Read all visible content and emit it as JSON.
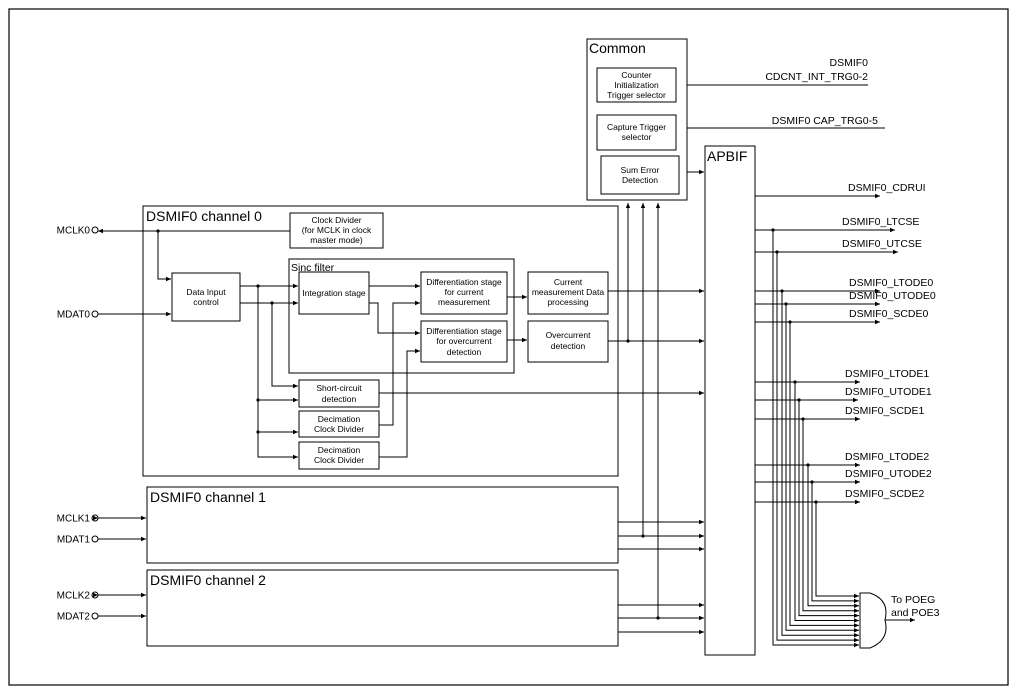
{
  "common": {
    "title": "Common",
    "counter_init": [
      "Counter",
      "Initialization",
      "Trigger selector"
    ],
    "capture_trigger": [
      "Capture Trigger",
      "selector"
    ],
    "sum_error": [
      "Sum Error",
      "Detection"
    ],
    "input_cdcnt": [
      "DSMIF0",
      "CDCNT_INT_TRG0-2"
    ],
    "input_cap": "DSMIF0 CAP_TRG0-5"
  },
  "apbif": {
    "title": "APBIF"
  },
  "outputs": [
    "DSMIF0_CDRUI",
    "DSMIF0_LTCSE",
    "DSMIF0_UTCSE",
    "DSMIF0_LTODE0",
    "DSMIF0_UTODE0",
    "DSMIF0_SCDE0",
    "DSMIF0_LTODE1",
    "DSMIF0_UTODE1",
    "DSMIF0_SCDE1",
    "DSMIF0_LTODE2",
    "DSMIF0_UTODE2",
    "DSMIF0_SCDE2"
  ],
  "or_gate_output": [
    "To POEG",
    "and POE3"
  ],
  "channel0": {
    "title": "DSMIF0 channel 0",
    "clock_divider": [
      "Clock Divider",
      "(for MCLK in clock",
      "master mode)"
    ],
    "sinc_filter": "Sinc filter",
    "data_input": [
      "Data Input",
      "control"
    ],
    "integration": "Integration stage",
    "diff_current": [
      "Differentiation stage",
      "for current",
      "measurement"
    ],
    "diff_overcurrent": [
      "Differentiation stage",
      "for overcurrent",
      "detection"
    ],
    "current_processing": [
      "Current",
      "measurement Data",
      "processing"
    ],
    "overcurrent": [
      "Overcurrent",
      "detection"
    ],
    "short_circuit": [
      "Short-circuit",
      "detection"
    ],
    "decimation1": [
      "Decimation",
      "Clock Divider"
    ],
    "decimation2": [
      "Decimation",
      "Clock Divider"
    ]
  },
  "channel1": {
    "title": "DSMIF0 channel 1"
  },
  "channel2": {
    "title": "DSMIF0 channel 2"
  },
  "pins": [
    "MCLK0",
    "MDAT0",
    "MCLK1",
    "MDAT1",
    "MCLK2",
    "MDAT2"
  ]
}
